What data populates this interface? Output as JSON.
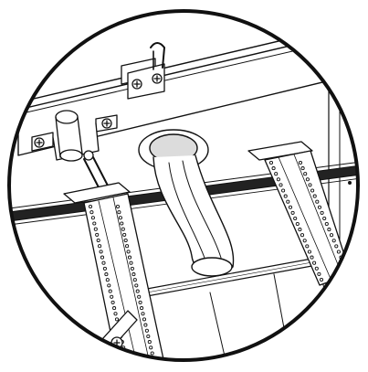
{
  "figure": {
    "background_color": "#ffffff",
    "line_color": "#111111",
    "fill_light": "#f2f2f2",
    "fill_mid": "#dcdcdc",
    "fill_dark": "#8c8c8c",
    "frame_shape": "circle",
    "parts": [
      "circular-detail-frame",
      "top-mounting-bracket",
      "left-mounting-bracket",
      "center-spindle",
      "left-perforated-guide-strip",
      "right-perforated-guide-strip",
      "horizontal-rail",
      "bottom-left-mount-screw"
    ]
  }
}
